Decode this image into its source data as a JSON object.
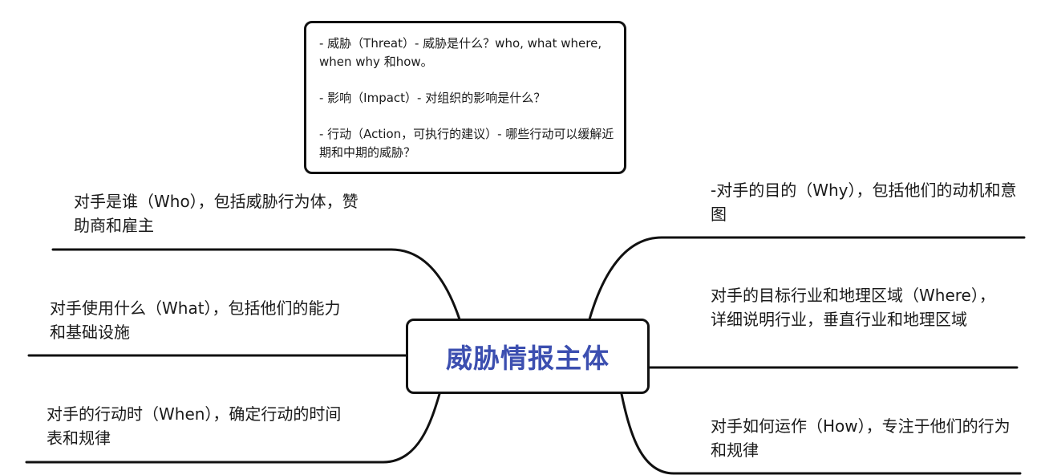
{
  "note": {
    "threat": "- 威胁（Threat）- 威胁是什么？who, what where, when why 和how。",
    "impact": "- 影响（Impact）- 对组织的影响是什么？",
    "action": "- 行动（Action，可执行的建议）- 哪些行动可以缓解近期和中期的威胁？"
  },
  "central_topic": "威胁情报主体",
  "branches": {
    "who": "对手是谁（Who），包括威胁行为体，赞助商和雇主",
    "what": "对手使用什么（What），包括他们的能力和基础设施",
    "when": "对手的行动时（When），确定行动的时间表和规律",
    "why": "-对手的目的（Why），包括他们的动机和意图",
    "where": "对手的目标行业和地理区域（Where），详细说明行业，垂直行业和地理区域",
    "how": "对手如何运作（How），专注于他们的行为和规律"
  },
  "colors": {
    "central_text": "#3c4fb0",
    "lines": "#111111"
  }
}
